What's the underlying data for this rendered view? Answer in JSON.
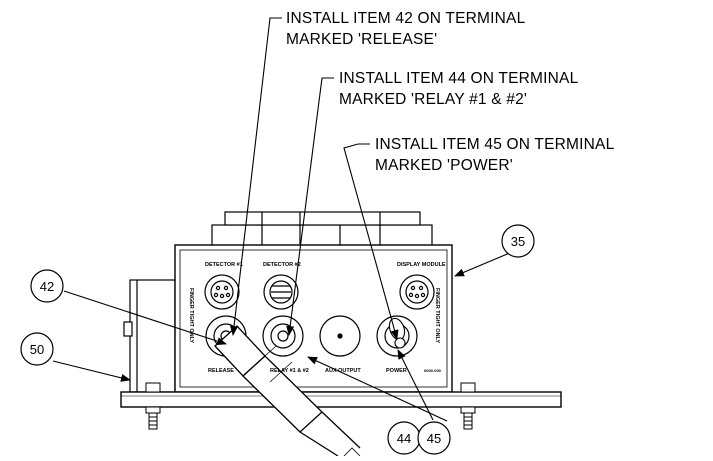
{
  "notes": [
    {
      "line1": "INSTALL ITEM 42 ON TERMINAL",
      "line2": "MARKED 'RELEASE'"
    },
    {
      "line1": "INSTALL ITEM 44 ON TERMINAL",
      "line2": "MARKED 'RELAY #1 & #2'"
    },
    {
      "line1": "INSTALL ITEM 45 ON TERMINAL",
      "line2": "MARKED 'POWER'"
    }
  ],
  "balloons": {
    "b35": "35",
    "b42": "42",
    "b50": "50",
    "b44": "44",
    "b45": "45"
  },
  "panel_labels": {
    "detector_a": "DETECTOR #1",
    "detector_b": "DETECTOR #2",
    "display_module": "DISPLAY MODULE",
    "finger_tight_left": "FINGER TIGHT ONLY",
    "finger_tight_right": "FINGER TIGHT ONLY",
    "release": "RELEASE",
    "relay": "RELAY #1 & #2",
    "aux_output": "AUX OUTPUT",
    "power": "POWER",
    "small_text": "0000-000"
  }
}
